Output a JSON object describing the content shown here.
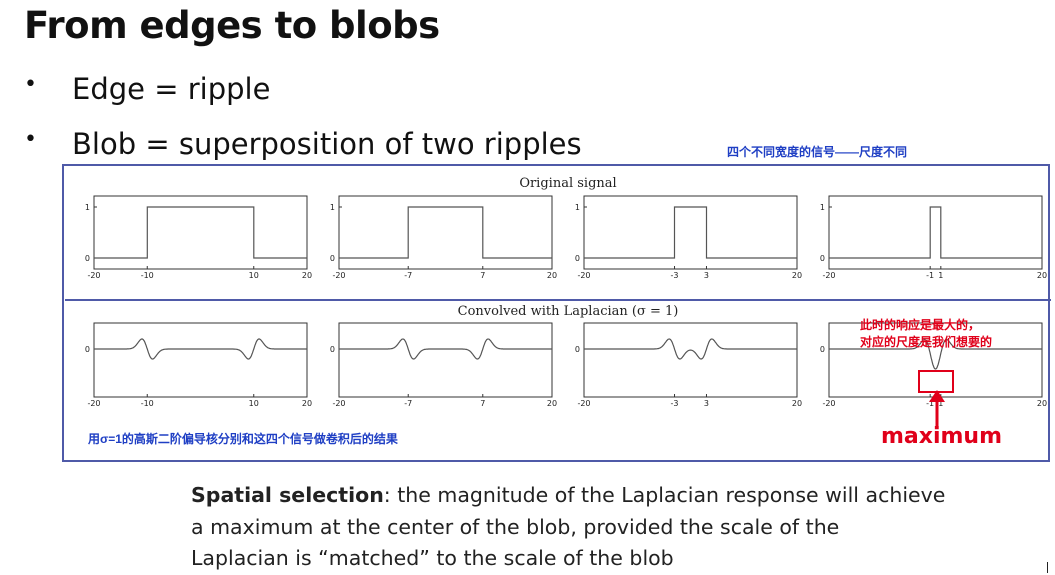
{
  "slide": {
    "title": "From edges to blobs",
    "bullets": [
      "Edge = ripple",
      "Blob = superposition of two ripples"
    ]
  },
  "annotations": {
    "top_note": "四个不同宽度的信号——尺度不同",
    "bottom_note": "用σ=1的高斯二阶偏导核分别和这四个信号做卷积后的结果",
    "max_note_line1": "此时的响应是最大的，",
    "max_note_line2": "对应的尺度是我们想要的",
    "maximum_label": "maximum"
  },
  "caption": {
    "bold": "Spatial selection",
    "line1_rest": ": the magnitude of the Laplacian response will achieve",
    "line2": "a maximum at the center of the blob, provided the scale of the",
    "line3": "Laplacian is “matched” to the scale of the blob"
  },
  "colors": {
    "frame_blue": "#4f5aa8",
    "note_blue": "#1f3fc4",
    "highlight_red": "#e0001a"
  },
  "chart_data": [
    {
      "type": "line",
      "title": "Original signal",
      "xlim": [
        -20,
        20
      ],
      "panels": [
        {
          "xticks": [
            "-20",
            "-10",
            "10",
            "20"
          ],
          "yticks": [
            "0",
            "1"
          ],
          "box": [
            -10,
            10
          ]
        },
        {
          "xticks": [
            "-20",
            "-7",
            "7",
            "20"
          ],
          "yticks": [
            "0",
            "1"
          ],
          "box": [
            -7,
            7
          ]
        },
        {
          "xticks": [
            "-20",
            "-3",
            "3",
            "20"
          ],
          "yticks": [
            "0",
            "1"
          ],
          "box": [
            -3,
            3
          ]
        },
        {
          "xticks": [
            "-20",
            "-1",
            "1",
            "20"
          ],
          "yticks": [
            "0",
            "1"
          ],
          "box": [
            -1,
            1
          ]
        }
      ]
    },
    {
      "type": "line",
      "title": "Convolved with Laplacian (σ = 1)",
      "sigma": 1,
      "xlim": [
        -20,
        20
      ],
      "panels": [
        {
          "xticks": [
            "-20",
            "-10",
            "10",
            "20"
          ],
          "yticks": [
            "0"
          ],
          "box": [
            -10,
            10
          ]
        },
        {
          "xticks": [
            "-20",
            "-7",
            "7",
            "20"
          ],
          "yticks": [
            "0"
          ],
          "box": [
            -7,
            7
          ]
        },
        {
          "xticks": [
            "-20",
            "-3",
            "3",
            "20"
          ],
          "yticks": [
            "0"
          ],
          "box": [
            -3,
            3
          ]
        },
        {
          "xticks": [
            "-20",
            "-1",
            "1",
            "20"
          ],
          "yticks": [
            "0"
          ],
          "box": [
            -1,
            1
          ]
        }
      ]
    }
  ]
}
